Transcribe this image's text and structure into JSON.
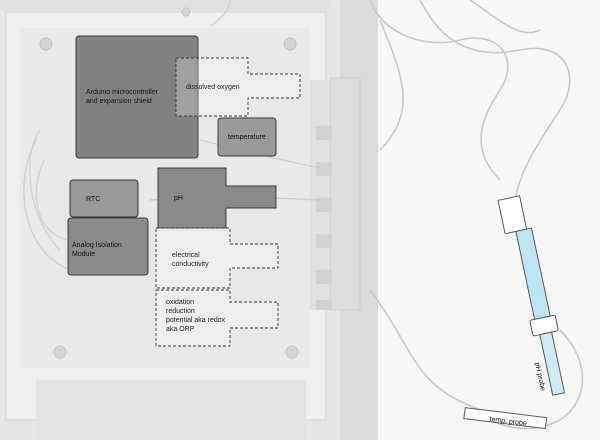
{
  "diagram": {
    "modules": {
      "arduino": "Arduino microcontroller\nand expansion shield",
      "temperature": "temperature",
      "rtc": "RTC",
      "ph": "pH",
      "analog_isolation": "Analog Isolation\nModule"
    },
    "sensor_slots": {
      "dissolved_oxygen": "dissolved oxygen",
      "electrical_conductivity": "electrical\nconductivity",
      "orp": "oxidation\nreduction\npotential aka redox\naka ORP"
    },
    "probes": {
      "ph_probe": "pH probe",
      "temp_probe": "temp. probe"
    }
  }
}
